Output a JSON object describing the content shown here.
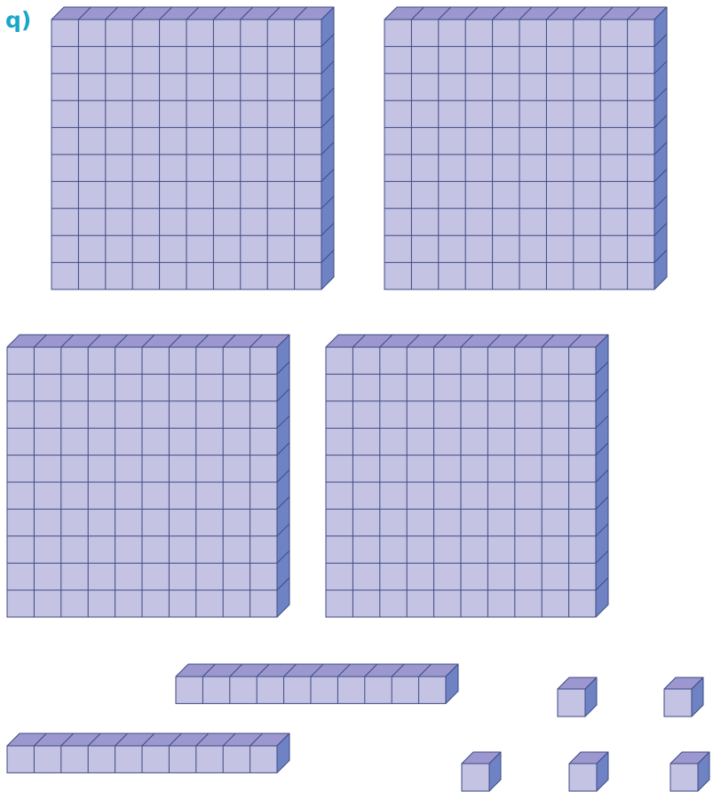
{
  "question_label": "q)",
  "colors": {
    "label": "#1aa6c9",
    "face": "#c5c3e3",
    "top": "#9c98cf",
    "side": "#6f83c4",
    "edge": "#3c4a84"
  },
  "blocks": {
    "hundreds": 4,
    "tens": 2,
    "ones": 5
  }
}
